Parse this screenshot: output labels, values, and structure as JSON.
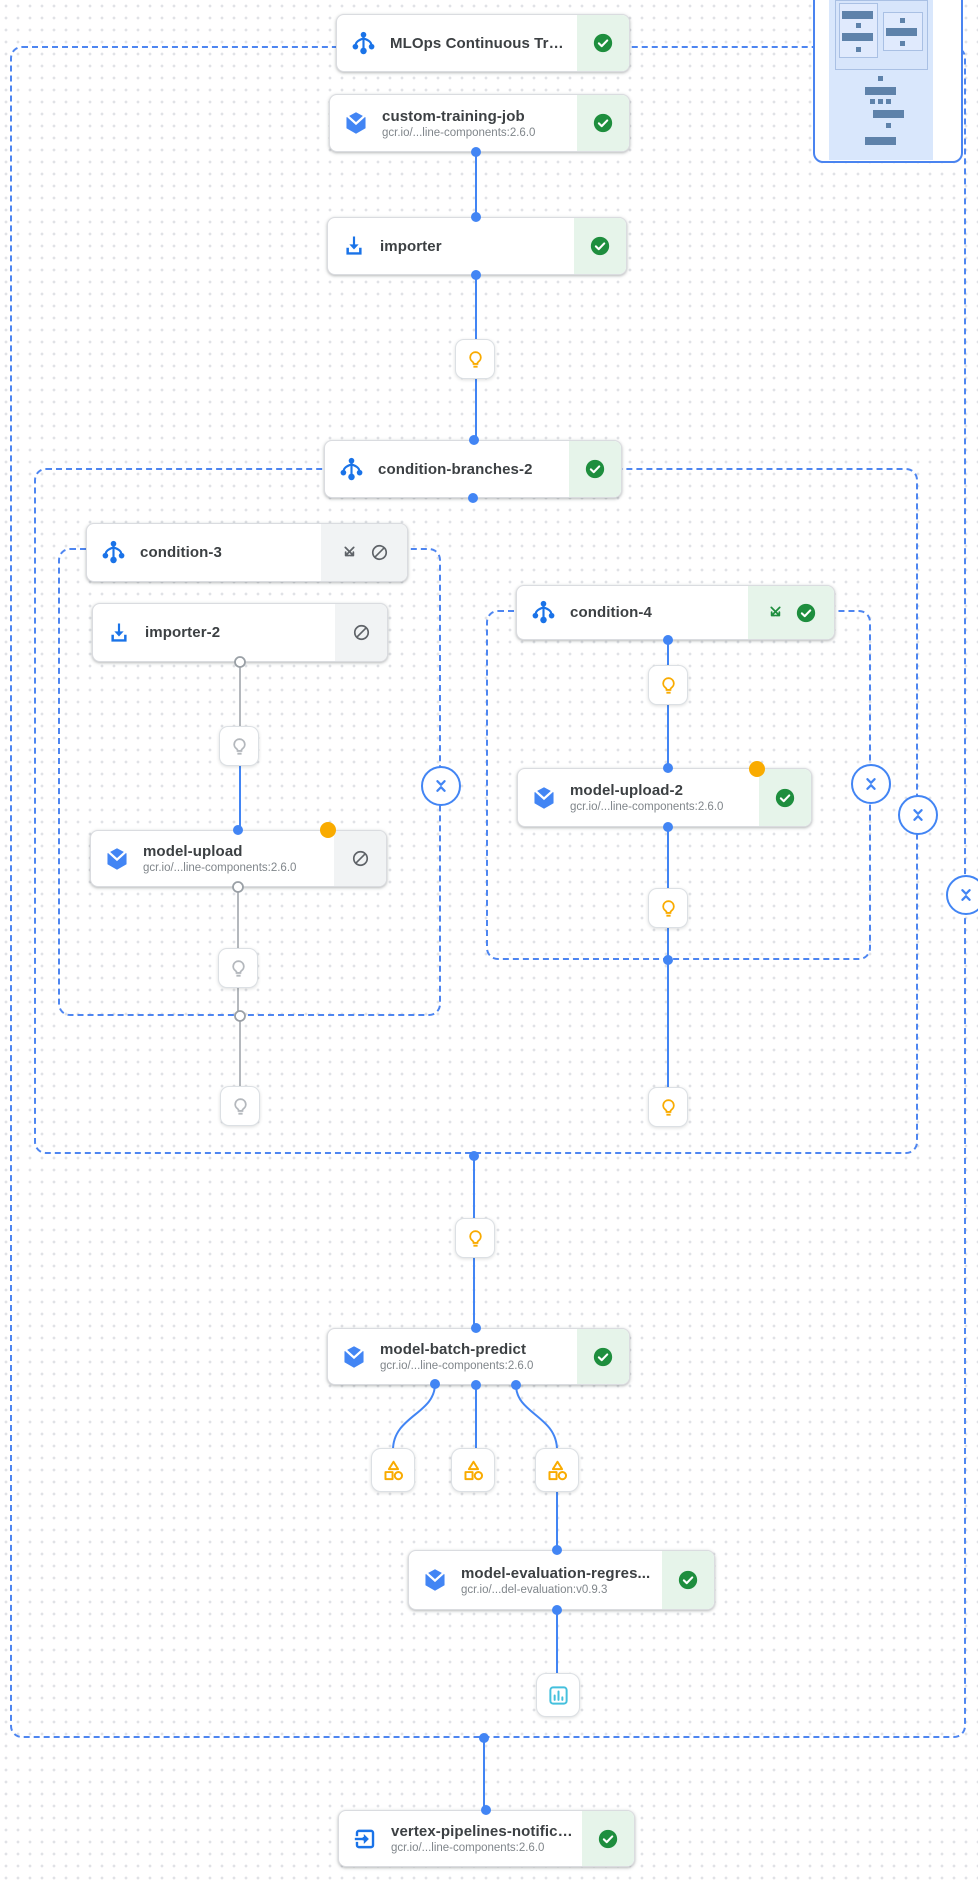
{
  "pipeline": {
    "title": "MLOps Continuous Traini...",
    "nodes": [
      {
        "id": "mlops-root",
        "title": "MLOps Continuous Traini...",
        "icon": "dag-icon",
        "status": "succeeded"
      },
      {
        "id": "custom-training-job",
        "title": "custom-training-job",
        "subtitle": "gcr.io/...line-components:2.6.0",
        "icon": "cube-icon",
        "status": "succeeded"
      },
      {
        "id": "importer",
        "title": "importer",
        "icon": "import-icon",
        "status": "succeeded"
      },
      {
        "id": "condition-branches-2",
        "title": "condition-branches-2",
        "icon": "dag-icon",
        "status": "succeeded"
      },
      {
        "id": "condition-3",
        "title": "condition-3",
        "icon": "dag-icon",
        "status": "skipped"
      },
      {
        "id": "importer-2",
        "title": "importer-2",
        "icon": "import-icon",
        "status": "skipped"
      },
      {
        "id": "condition-4",
        "title": "condition-4",
        "icon": "dag-icon",
        "status": "succeeded"
      },
      {
        "id": "model-upload-2",
        "title": "model-upload-2",
        "subtitle": "gcr.io/...line-components:2.6.0",
        "icon": "cube-icon",
        "status": "succeeded"
      },
      {
        "id": "model-upload",
        "title": "model-upload",
        "subtitle": "gcr.io/...line-components:2.6.0",
        "icon": "cube-icon",
        "status": "skipped"
      },
      {
        "id": "model-batch-predict",
        "title": "model-batch-predict",
        "subtitle": "gcr.io/...line-components:2.6.0",
        "icon": "cube-icon",
        "status": "succeeded"
      },
      {
        "id": "model-evaluation-regression",
        "title": "model-evaluation-regres...",
        "subtitle": "gcr.io/...del-evaluation:v0.9.3",
        "icon": "cube-icon",
        "status": "succeeded"
      },
      {
        "id": "vertex-pipelines-notification",
        "title": "vertex-pipelines-notificat...",
        "subtitle": "gcr.io/...line-components:2.6.0",
        "icon": "exit-icon",
        "status": "succeeded"
      }
    ]
  },
  "colors": {
    "accent_blue": "#4285f4",
    "icon_blue": "#1a73e8",
    "success_green": "#1e8e3e",
    "success_bg": "#e6f4ea",
    "skipped_gray": "#5f6368",
    "skipped_bg": "#f1f3f4",
    "artifact_yellow": "#f9ab00",
    "metrics_cyan": "#44c0dd",
    "edge_gray": "#b4b8bd"
  }
}
